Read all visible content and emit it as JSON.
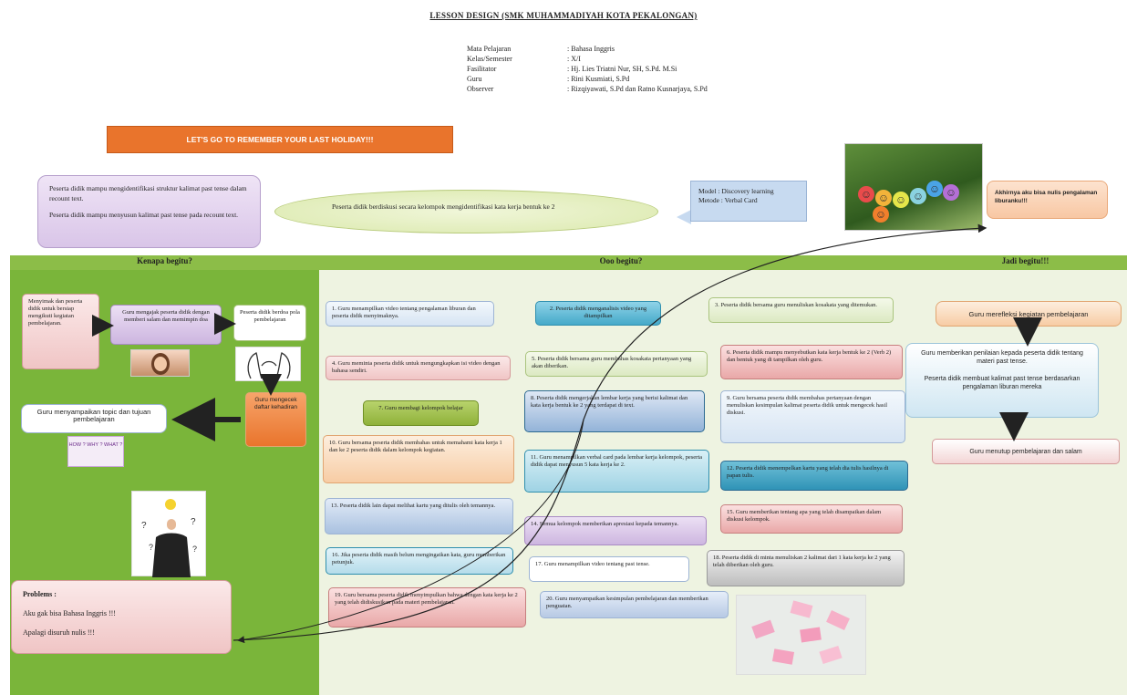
{
  "title": "LESSON DESIGN (SMK MUHAMMADIYAH KOTA PEKALONGAN)",
  "info": [
    {
      "key": "Mata Pelajaran",
      "value": ": Bahasa Inggris"
    },
    {
      "key": "Kelas/Semester",
      "value": ": X/I"
    },
    {
      "key": "Fasilitator",
      "value": ": Hj. Lies Triatni Nur, SH, S.Pd. M.Si"
    },
    {
      "key": "Guru",
      "value": ": Rini Kusmiati, S.Pd"
    },
    {
      "key": "Observer",
      "value": ": Rizqiyawati, S.Pd dan Ratno Kusnarjaya, S.Pd"
    }
  ],
  "banner": "LET'S GO TO REMEMBER YOUR LAST HOLIDAY!!!",
  "objectives": [
    "Peserta didik mampu mengidentifikasi struktur kalimat past tense dalam recount text.",
    "Peserta didik mampu menyusun kalimat past tense pada recount text."
  ],
  "ellipse_text": "Peserta didik berdiskusi secara kelompok mengidentifikasi kata kerja bentuk ke 2",
  "model_text": "Model : Discovery learning\nMetode : Verbal Card",
  "top_right_text": "Akhirnya aku bisa nulis pengalaman liburanku!!!",
  "headers": {
    "left": "Kenapa begitu?",
    "mid": "Ooo begitu?",
    "right": "Jadi begitu!!!"
  },
  "left_panel": {
    "box1": "Menyimak dan peserta didik untuk bersiap mengikuti kegiatan pembelajaran.",
    "box2": "Guru mengajak peserta didik dengan memberi salam dan memimpin doa",
    "box3": "Peserta didik berdoa pola pembelajaran",
    "box4": "Guru mengecek daftar kehadiran",
    "box5": "Guru menyampaikan topic dan tujuan pembelajaran",
    "slip": "HOW ? WHY ? WHAT ?",
    "problems_title": "Problems :",
    "problems_1": "Aku gak bisa Bahasa Inggris !!!",
    "problems_2": "Apalagi disuruh nulis !!!"
  },
  "mid_panel": {
    "m1": "1. Guru menampilkan video tentang pengalaman liburan dan peserta didik menyimaknya.",
    "m2": "2. Peserta didik menganalisis video yang ditampilkan",
    "m3": "3. Peserta didik bersama guru menuliskan kosakata yang ditemukan.",
    "m4": "4. Guru meminta peserta didik untuk mengungkapkan isi video dengan bahasa sendiri.",
    "m5": "5. Peserta didik bersama guru membahas kosakata pertanyaan yang akan diberikan.",
    "m6": "6. Peserta didik mampu menyebutkan kata kerja bentuk ke 2 (Verb 2) dan bentuk yang di tampilkan oleh guru.",
    "m7": "7. Guru membagi kelompok belajar",
    "m8": "8. Peserta didik mengerjakan lembar kerja yang berisi kalimat dan kata kerja bentuk ke 2 yang terdapat di text.",
    "m9": "9. Guru bersama peserta didik membahas pertanyaan dengan menuliskan kesimpulan kalimat peserta didik untuk mengecek hasil diskusi.",
    "m10": "10. Guru bersama peserta didik membahas untuk memahami kata kerja 1 dan ke 2 peserta didik dalam kelompok kegiatan.",
    "m11": "11. Guru menampilkan verbal card pada lembar kerja kelompok, peserta didik dapat menyusun 5 kata kerja ke 2.",
    "m12": "12. Peserta didik menempelkan kartu yang telah dia tulis hasilnya di papan tulis.",
    "m13": "13. Peserta didik lain dapat melihat kartu yang ditulis oleh temannya.",
    "m14": "14. Semua kelompok memberikan apresiasi kepada temannya.",
    "m15": "15. Guru memberikan tentang apa yang telah disampaikan dalam diskusi kelompok.",
    "m16": "16. Jika peserta didik masih belum mengingatkan kata, guru memberikan petunjuk.",
    "m17": "17. Guru menampilkan video tentang past tense.",
    "m18": "18. Peserta didik di minta menuliskan 2 kalimat dari 1 kata kerja ke 2 yang telah diberikan oleh guru.",
    "m19": "19. Guru bersama peserta didik menyimpulkan bahwa dengan kata kerja ke 2 yang telah didiskusikan pada materi pembelajaran.",
    "m20": "20. Guru menyampaikan kesimpulan pembelajaran dan memberikan penguatan."
  },
  "right_panel": {
    "r1": "Guru merefleksi kegiatan pembelajaran",
    "r2": "Guru memberikan penilaian kepada peserta didik tentang materi past tense.",
    "r3": "Peserta didik membuat kalimat past tense berdasarkan pengalaman liburan mereka",
    "r4": "Guru menutup pembelajaran dan salam"
  },
  "colors": {
    "green_dark": "#7ab53a",
    "green_light": "#eef3e1",
    "orange": "#e9742c"
  }
}
